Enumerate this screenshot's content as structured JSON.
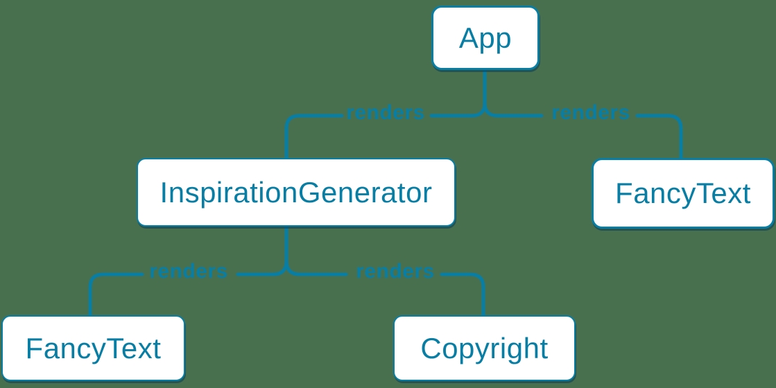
{
  "diagram": {
    "type": "component-render-tree",
    "colors": {
      "background": "#48704E",
      "accent": "#087EA4",
      "node_fill": "#FFFFFF",
      "node_text": "#087EA4",
      "node_shadow": "#0A3C54"
    },
    "nodes": {
      "app": {
        "label": "App"
      },
      "inspiration_generator": {
        "label": "InspirationGenerator"
      },
      "fancy_text_top": {
        "label": "FancyText"
      },
      "fancy_text_bottom": {
        "label": "FancyText"
      },
      "copyright": {
        "label": "Copyright"
      }
    },
    "edges": [
      {
        "from": "App",
        "to": "InspirationGenerator",
        "label": "renders"
      },
      {
        "from": "App",
        "to": "FancyText",
        "label": "renders"
      },
      {
        "from": "InspirationGenerator",
        "to": "FancyText",
        "label": "renders"
      },
      {
        "from": "InspirationGenerator",
        "to": "Copyright",
        "label": "renders"
      }
    ]
  }
}
